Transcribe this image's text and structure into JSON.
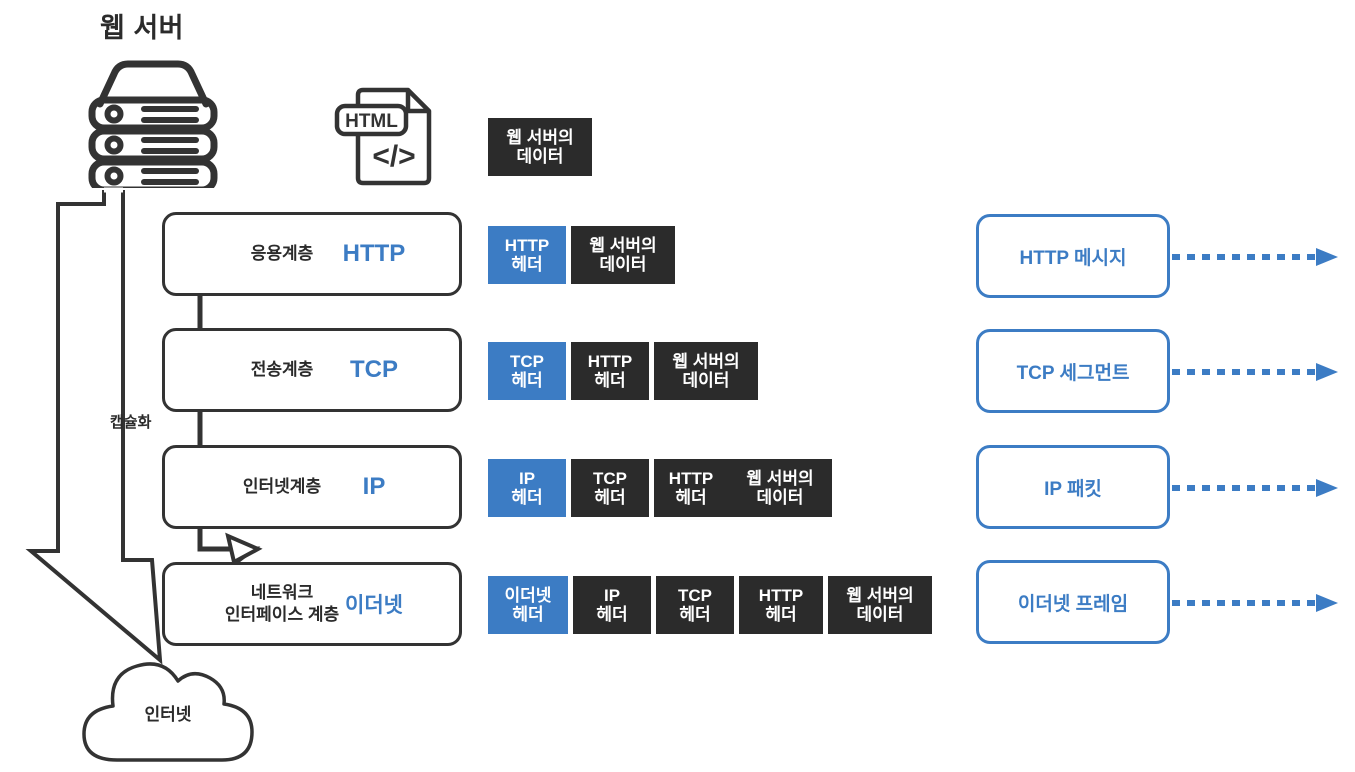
{
  "title": "웹 서버",
  "colors": {
    "accent_blue": "#3c7cc4",
    "dark": "#2b2b2b",
    "stroke": "#333333",
    "background": "#ffffff"
  },
  "icons": {
    "server": "server-stack-icon",
    "html_file": "html-file-icon",
    "cloud": "cloud-icon"
  },
  "html_file_label": "HTML",
  "code_glyph": "</>",
  "encapsulation_label": "캡슐화",
  "cloud_label": "인터넷",
  "source_data_block": "웹 서버의\n데이터",
  "layers": [
    {
      "name": "응용계층",
      "protocol": "HTTP",
      "protocol_lang": "en"
    },
    {
      "name": "전송계층",
      "protocol": "TCP",
      "protocol_lang": "en"
    },
    {
      "name": "인터넷계층",
      "protocol": "IP",
      "protocol_lang": "en"
    },
    {
      "name": "네트워크\n인터페이스 계층",
      "protocol": "이더넷",
      "protocol_lang": "ko"
    }
  ],
  "packets": [
    {
      "row": "http",
      "cells": [
        {
          "label": "HTTP\n헤더",
          "kind": "header",
          "width": 78
        },
        {
          "label": "웹 서버의\n데이터",
          "kind": "data",
          "width": 110
        }
      ]
    },
    {
      "row": "tcp",
      "cells": [
        {
          "label": "TCP\n헤더",
          "kind": "header",
          "width": 78
        },
        {
          "label": "HTTP\n헤더",
          "kind": "data",
          "width": 78
        },
        {
          "label": "웹 서버의\n데이터",
          "kind": "data",
          "width": 104
        }
      ]
    },
    {
      "row": "ip",
      "cells": [
        {
          "label": "IP\n헤더",
          "kind": "header",
          "width": 78
        },
        {
          "label": "TCP\n헤더",
          "kind": "data",
          "width": 78
        },
        {
          "label": "HTTP\n헤더",
          "kind": "data",
          "width": 78
        },
        {
          "label": "웹 서버의\n데이터",
          "kind": "data",
          "width": 104,
          "nogap": true
        }
      ]
    },
    {
      "row": "ethernet",
      "cells": [
        {
          "label": "이더넷\n헤더",
          "kind": "header",
          "width": 78
        },
        {
          "label": "IP\n헤더",
          "kind": "data",
          "width": 78
        },
        {
          "label": "TCP\n헤더",
          "kind": "data",
          "width": 78
        },
        {
          "label": "HTTP\n헤더",
          "kind": "data",
          "width": 84
        },
        {
          "label": "웹 서버의\n데이터",
          "kind": "data",
          "width": 104
        }
      ]
    }
  ],
  "pdus": [
    {
      "label": "HTTP 메시지"
    },
    {
      "label": "TCP 세그먼트"
    },
    {
      "label": "IP 패킷"
    },
    {
      "label": "이더넷 프레임"
    }
  ]
}
